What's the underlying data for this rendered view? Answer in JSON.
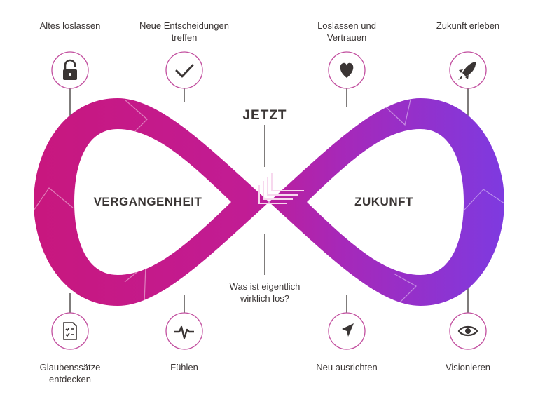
{
  "center": {
    "now_title": "JETZT",
    "past_title": "VERGANGENHEIT",
    "future_title": "ZUKUNFT",
    "question": "Was ist eigentlich\nwirklich los?"
  },
  "steps_top": [
    {
      "label": "Altes loslassen",
      "icon": "unlock-icon"
    },
    {
      "label": "Neue Entscheidungen\ntreffen",
      "icon": "check-icon"
    },
    {
      "label": "Loslassen und\nVertrauen",
      "icon": "heart-icon"
    },
    {
      "label": "Zukunft erleben",
      "icon": "rocket-icon"
    }
  ],
  "steps_bottom": [
    {
      "label": "Glaubenssätze\nentdecken",
      "icon": "checklist-icon"
    },
    {
      "label": "Fühlen",
      "icon": "pulse-icon"
    },
    {
      "label": "Neu ausrichten",
      "icon": "navigation-icon"
    },
    {
      "label": "Visionieren",
      "icon": "eye-icon"
    }
  ],
  "colors": {
    "magenta": "#c8177e",
    "pink": "#d4209a",
    "purple": "#9b2fd0",
    "violet": "#7e3ae0",
    "text": "#3a3534",
    "circle_border": "#c24f9f"
  }
}
